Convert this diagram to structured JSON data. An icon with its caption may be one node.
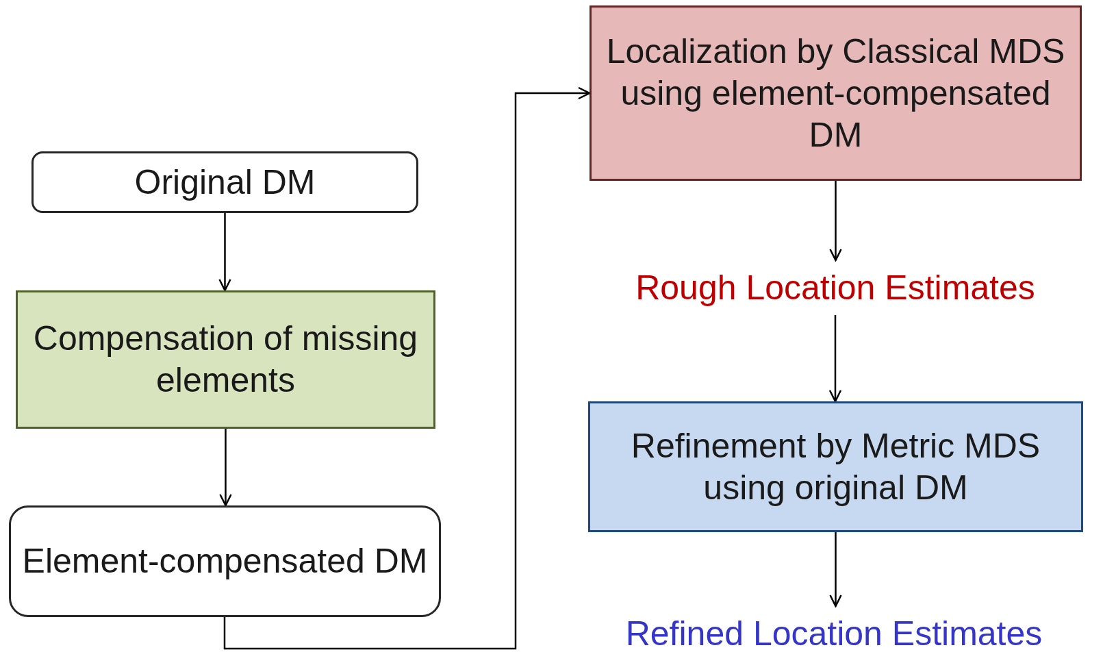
{
  "diagram": {
    "nodes": [
      {
        "text": [
          "Original DM"
        ]
      },
      {
        "text": [
          "Compensation of missing elements"
        ]
      },
      {
        "text": [
          "Element-compensated DM"
        ]
      },
      {
        "text": [
          "Localization by Classical MDS using element-compensated DM"
        ]
      },
      {
        "text": [
          "Rough Location Estimates"
        ]
      },
      {
        "text": [
          "Refinement by Metric MDS using original DM"
        ]
      },
      {
        "text": [
          "Refined Location Estimates"
        ]
      }
    ],
    "edges": [
      {
        "from": 0,
        "to": 1,
        "arrow": "to"
      },
      {
        "from": 1,
        "to": 2,
        "arrow": "to"
      },
      {
        "from": 2,
        "to": 3,
        "arrow": "to"
      },
      {
        "from": 3,
        "to": 4,
        "arrow": "to"
      },
      {
        "from": 4,
        "to": 5,
        "arrow": "to"
      },
      {
        "from": 5,
        "to": 6,
        "arrow": "to"
      }
    ]
  }
}
